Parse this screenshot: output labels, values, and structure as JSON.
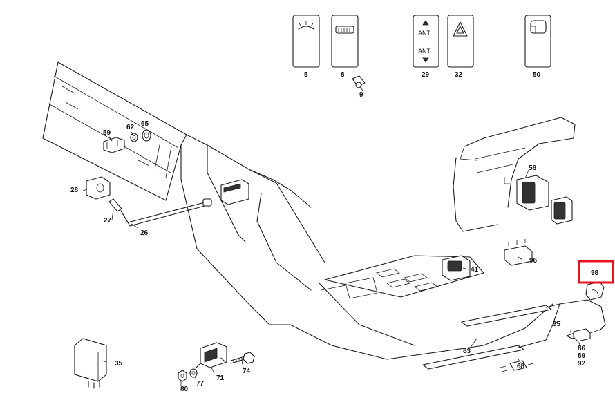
{
  "callouts": [
    {
      "id": "p5",
      "label": "5"
    },
    {
      "id": "p8",
      "label": "8"
    },
    {
      "id": "p9",
      "label": "9"
    },
    {
      "id": "p29",
      "label": "29"
    },
    {
      "id": "p32",
      "label": "32"
    },
    {
      "id": "p50",
      "label": "50"
    },
    {
      "id": "p59",
      "label": "59"
    },
    {
      "id": "p62",
      "label": "62"
    },
    {
      "id": "p65",
      "label": "65"
    },
    {
      "id": "p28",
      "label": "28"
    },
    {
      "id": "p27",
      "label": "27"
    },
    {
      "id": "p26",
      "label": "26"
    },
    {
      "id": "p56",
      "label": "56"
    },
    {
      "id": "p96",
      "label": "96"
    },
    {
      "id": "p41",
      "label": "41"
    },
    {
      "id": "p98",
      "label": "98"
    },
    {
      "id": "p95",
      "label": "95"
    },
    {
      "id": "p86",
      "label": "86"
    },
    {
      "id": "p89",
      "label": "89"
    },
    {
      "id": "p92",
      "label": "92"
    },
    {
      "id": "p83",
      "label": "83"
    },
    {
      "id": "p68",
      "label": "68"
    },
    {
      "id": "p35",
      "label": "35"
    },
    {
      "id": "p71",
      "label": "71"
    },
    {
      "id": "p74",
      "label": "74"
    },
    {
      "id": "p77",
      "label": "77"
    },
    {
      "id": "p80",
      "label": "80"
    }
  ],
  "switch_text": {
    "ant_up": "ANT",
    "ant_down": "ANT"
  },
  "highlight": {
    "part": "98",
    "color": "#e8141c"
  }
}
